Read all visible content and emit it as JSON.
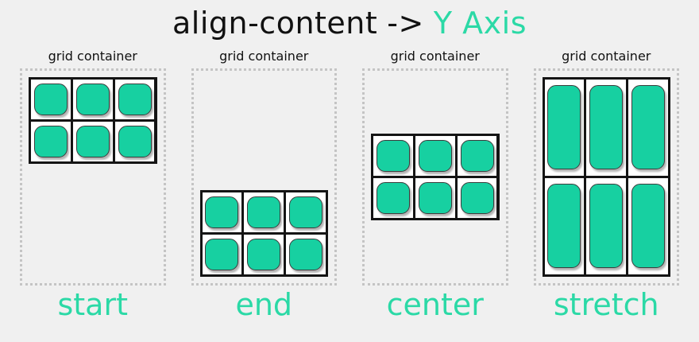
{
  "title": {
    "property": "align-content",
    "arrow": "->",
    "axis": "Y Axis"
  },
  "colors": {
    "background": "#f0f0f0",
    "item_green": "#17d0a1",
    "label_green": "#2bd9a6",
    "text_dark": "#111111",
    "container_dots": "#c4c4c4",
    "grid_line": "#141414",
    "cell_background": "#ffffff"
  },
  "panels": [
    {
      "container_label": "grid container",
      "alignment": "start",
      "value_label": "start",
      "columns": 3,
      "rows": 2,
      "item_count": 6
    },
    {
      "container_label": "grid container",
      "alignment": "end",
      "value_label": "end",
      "columns": 3,
      "rows": 2,
      "item_count": 6
    },
    {
      "container_label": "grid container",
      "alignment": "center",
      "value_label": "center",
      "columns": 3,
      "rows": 2,
      "item_count": 6
    },
    {
      "container_label": "grid container",
      "alignment": "stretch",
      "value_label": "stretch",
      "columns": 3,
      "rows": 2,
      "item_count": 6
    }
  ]
}
